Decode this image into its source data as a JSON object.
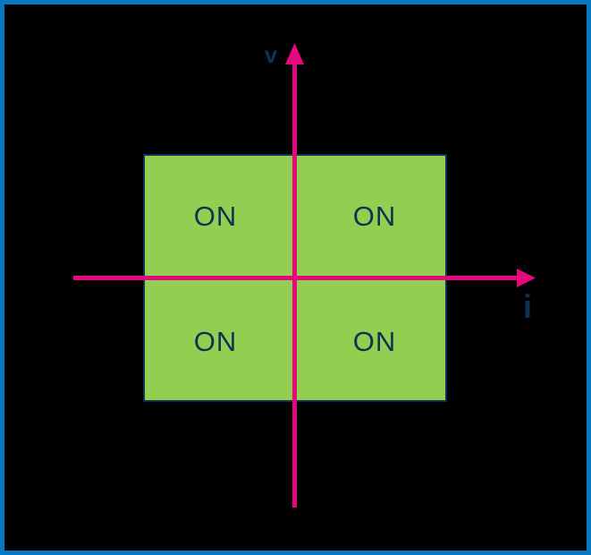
{
  "diagram": {
    "name": "four-quadrant-operation-diagram",
    "axes": {
      "vertical_label": "v",
      "horizontal_label": "i"
    },
    "quadrants": [
      {
        "position": "top-left",
        "label": "ON"
      },
      {
        "position": "top-right",
        "label": "ON"
      },
      {
        "position": "bottom-left",
        "label": "ON"
      },
      {
        "position": "bottom-right",
        "label": "ON"
      }
    ],
    "colors": {
      "background": "#000000",
      "frame": "#0778C2",
      "axis": "#E5077E",
      "region_fill": "#92CE50",
      "region_border": "#0F3254",
      "text": "#0F3254"
    }
  }
}
